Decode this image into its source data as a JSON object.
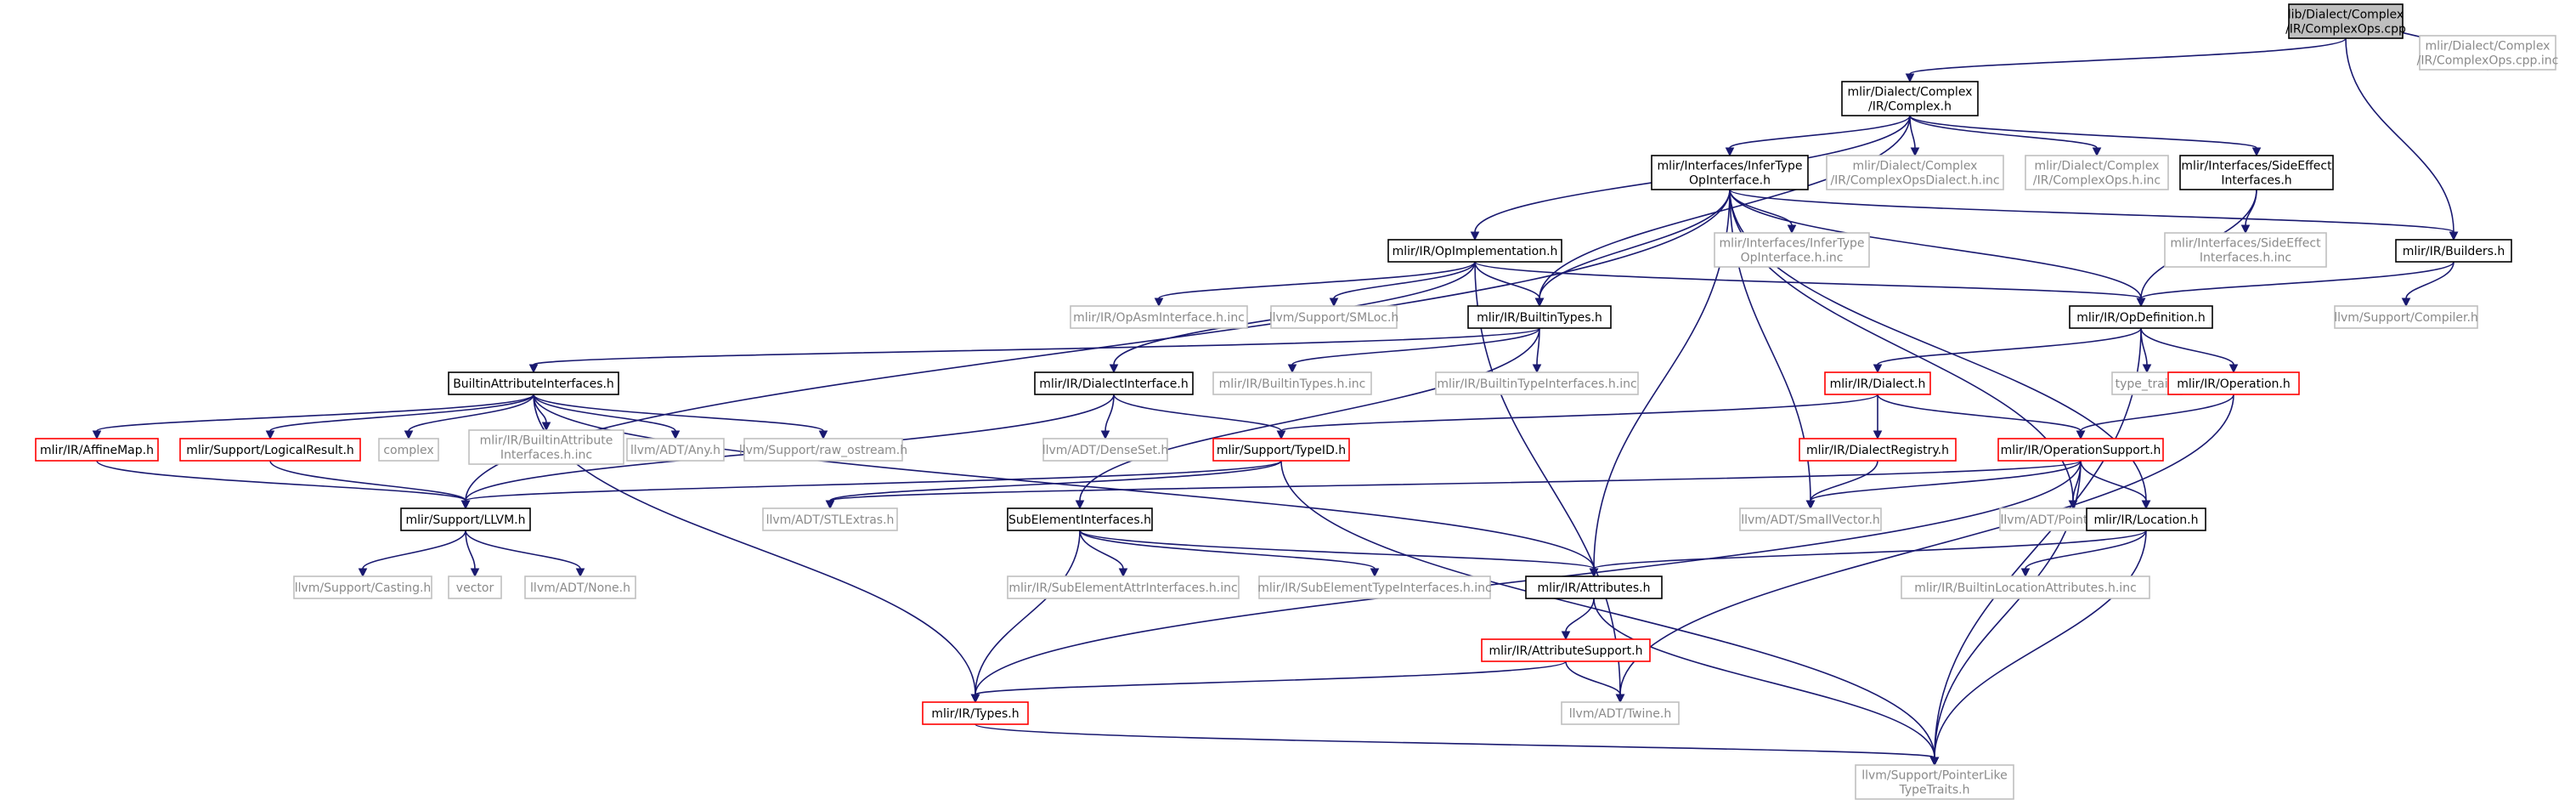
{
  "diagram": {
    "colors": {
      "edge": "#191970",
      "root_fill": "#bfbfbf",
      "black_border": "#000000",
      "red_border": "#ff0000",
      "gray_border": "#bfbfbf",
      "gray_text": "#8a8a8a"
    },
    "nodes": [
      {
        "id": "root",
        "lines": [
          "lib/Dialect/Complex",
          "/IR/ComplexOps.cpp"
        ],
        "style": "root"
      },
      {
        "id": "complexops_cpp_inc",
        "lines": [
          "mlir/Dialect/Complex",
          "/IR/ComplexOps.cpp.inc"
        ],
        "style": "gray"
      },
      {
        "id": "complex_h",
        "lines": [
          "mlir/Dialect/Complex",
          "/IR/Complex.h"
        ],
        "style": "black"
      },
      {
        "id": "infertype",
        "lines": [
          "mlir/Interfaces/InferType",
          "OpInterface.h"
        ],
        "style": "black"
      },
      {
        "id": "complexopsdialect_inc",
        "lines": [
          "mlir/Dialect/Complex",
          "/IR/ComplexOpsDialect.h.inc"
        ],
        "style": "gray"
      },
      {
        "id": "complexops_h_inc",
        "lines": [
          "mlir/Dialect/Complex",
          "/IR/ComplexOps.h.inc"
        ],
        "style": "gray"
      },
      {
        "id": "sideeffect",
        "lines": [
          "mlir/Interfaces/SideEffect",
          "Interfaces.h"
        ],
        "style": "black"
      },
      {
        "id": "infertype_inc",
        "lines": [
          "mlir/Interfaces/InferType",
          "OpInterface.h.inc"
        ],
        "style": "gray"
      },
      {
        "id": "sideeffect_inc",
        "lines": [
          "mlir/Interfaces/SideEffect",
          "Interfaces.h.inc"
        ],
        "style": "gray"
      },
      {
        "id": "builders",
        "lines": [
          "mlir/IR/Builders.h"
        ],
        "style": "black"
      },
      {
        "id": "opimpl",
        "lines": [
          "mlir/IR/OpImplementation.h"
        ],
        "style": "black"
      },
      {
        "id": "opasm_inc",
        "lines": [
          "mlir/IR/OpAsmInterface.h.inc"
        ],
        "style": "gray"
      },
      {
        "id": "smloc",
        "lines": [
          "llvm/Support/SMLoc.h"
        ],
        "style": "gray"
      },
      {
        "id": "builtintypes",
        "lines": [
          "mlir/IR/BuiltinTypes.h"
        ],
        "style": "black"
      },
      {
        "id": "opdef",
        "lines": [
          "mlir/IR/OpDefinition.h"
        ],
        "style": "black"
      },
      {
        "id": "compiler",
        "lines": [
          "llvm/Support/Compiler.h"
        ],
        "style": "gray"
      },
      {
        "id": "builtinattrif",
        "lines": [
          "BuiltinAttributeInterfaces.h"
        ],
        "style": "black"
      },
      {
        "id": "dialectif",
        "lines": [
          "mlir/IR/DialectInterface.h"
        ],
        "style": "black"
      },
      {
        "id": "builtintypes_inc",
        "lines": [
          "mlir/IR/BuiltinTypes.h.inc"
        ],
        "style": "gray"
      },
      {
        "id": "builtintypeif_inc",
        "lines": [
          "mlir/IR/BuiltinTypeInterfaces.h.inc"
        ],
        "style": "gray"
      },
      {
        "id": "dialect",
        "lines": [
          "mlir/IR/Dialect.h"
        ],
        "style": "red"
      },
      {
        "id": "type_traits",
        "lines": [
          "type_traits"
        ],
        "style": "gray"
      },
      {
        "id": "operation",
        "lines": [
          "mlir/IR/Operation.h"
        ],
        "style": "red"
      },
      {
        "id": "affinemap",
        "lines": [
          "mlir/IR/AffineMap.h"
        ],
        "style": "red"
      },
      {
        "id": "logicalresult",
        "lines": [
          "mlir/Support/LogicalResult.h"
        ],
        "style": "red"
      },
      {
        "id": "complex",
        "lines": [
          "complex"
        ],
        "style": "gray"
      },
      {
        "id": "builtinattrif_inc",
        "lines": [
          "mlir/IR/BuiltinAttribute",
          "Interfaces.h.inc"
        ],
        "style": "gray"
      },
      {
        "id": "any",
        "lines": [
          "llvm/ADT/Any.h"
        ],
        "style": "gray"
      },
      {
        "id": "raw_ostream",
        "lines": [
          "llvm/Support/raw_ostream.h"
        ],
        "style": "gray"
      },
      {
        "id": "denseset",
        "lines": [
          "llvm/ADT/DenseSet.h"
        ],
        "style": "gray"
      },
      {
        "id": "typeid",
        "lines": [
          "mlir/Support/TypeID.h"
        ],
        "style": "red"
      },
      {
        "id": "dialectregistry",
        "lines": [
          "mlir/IR/DialectRegistry.h"
        ],
        "style": "red"
      },
      {
        "id": "opsupport",
        "lines": [
          "mlir/IR/OperationSupport.h"
        ],
        "style": "red"
      },
      {
        "id": "llvm_h",
        "lines": [
          "mlir/Support/LLVM.h"
        ],
        "style": "black"
      },
      {
        "id": "stlextras",
        "lines": [
          "llvm/ADT/STLExtras.h"
        ],
        "style": "gray"
      },
      {
        "id": "subelemif",
        "lines": [
          "SubElementInterfaces.h"
        ],
        "style": "black"
      },
      {
        "id": "smallvector",
        "lines": [
          "llvm/ADT/SmallVector.h"
        ],
        "style": "gray"
      },
      {
        "id": "pointerunion",
        "lines": [
          "llvm/ADT/PointerUnion.h"
        ],
        "style": "gray"
      },
      {
        "id": "location",
        "lines": [
          "mlir/IR/Location.h"
        ],
        "style": "black"
      },
      {
        "id": "casting",
        "lines": [
          "llvm/Support/Casting.h"
        ],
        "style": "gray"
      },
      {
        "id": "vector",
        "lines": [
          "vector"
        ],
        "style": "gray"
      },
      {
        "id": "none",
        "lines": [
          "llvm/ADT/None.h"
        ],
        "style": "gray"
      },
      {
        "id": "subelemattr_inc",
        "lines": [
          "mlir/IR/SubElementAttrInterfaces.h.inc"
        ],
        "style": "gray"
      },
      {
        "id": "subelemtype_inc",
        "lines": [
          "mlir/IR/SubElementTypeInterfaces.h.inc"
        ],
        "style": "gray"
      },
      {
        "id": "attributes",
        "lines": [
          "mlir/IR/Attributes.h"
        ],
        "style": "black"
      },
      {
        "id": "builtinloc_inc",
        "lines": [
          "mlir/IR/BuiltinLocationAttributes.h.inc"
        ],
        "style": "gray"
      },
      {
        "id": "attrsupport",
        "lines": [
          "mlir/IR/AttributeSupport.h"
        ],
        "style": "red"
      },
      {
        "id": "types",
        "lines": [
          "mlir/IR/Types.h"
        ],
        "style": "red"
      },
      {
        "id": "twine",
        "lines": [
          "llvm/ADT/Twine.h"
        ],
        "style": "gray"
      },
      {
        "id": "pointerlike",
        "lines": [
          "llvm/Support/PointerLike",
          "TypeTraits.h"
        ],
        "style": "gray"
      }
    ],
    "edges": [
      [
        "root",
        "complex_h"
      ],
      [
        "root",
        "complexops_cpp_inc"
      ],
      [
        "root",
        "builders"
      ],
      [
        "complex_h",
        "opimpl"
      ],
      [
        "complex_h",
        "builtintypes"
      ],
      [
        "complex_h",
        "infertype"
      ],
      [
        "complex_h",
        "complexopsdialect_inc"
      ],
      [
        "complex_h",
        "complexops_h_inc"
      ],
      [
        "complex_h",
        "sideeffect"
      ],
      [
        "infertype",
        "llvm_h"
      ],
      [
        "infertype",
        "builtintypes"
      ],
      [
        "infertype",
        "attributes"
      ],
      [
        "infertype",
        "infertype_inc"
      ],
      [
        "infertype",
        "smallvector"
      ],
      [
        "infertype",
        "pointerunion"
      ],
      [
        "infertype",
        "location"
      ],
      [
        "infertype",
        "opdef"
      ],
      [
        "infertype",
        "builders"
      ],
      [
        "sideeffect",
        "sideeffect_inc"
      ],
      [
        "sideeffect",
        "opdef"
      ],
      [
        "builders",
        "opdef"
      ],
      [
        "builders",
        "compiler"
      ],
      [
        "opimpl",
        "opasm_inc"
      ],
      [
        "opimpl",
        "smloc"
      ],
      [
        "opimpl",
        "builtintypes"
      ],
      [
        "opimpl",
        "dialectif"
      ],
      [
        "opimpl",
        "opdef"
      ],
      [
        "opimpl",
        "twine"
      ],
      [
        "builtintypes",
        "builtinattrif"
      ],
      [
        "builtintypes",
        "builtintypes_inc"
      ],
      [
        "builtintypes",
        "builtintypeif_inc"
      ],
      [
        "builtintypes",
        "subelemif"
      ],
      [
        "opdef",
        "dialect"
      ],
      [
        "opdef",
        "type_traits"
      ],
      [
        "opdef",
        "operation"
      ],
      [
        "opdef",
        "pointerlike"
      ],
      [
        "builtinattrif",
        "affinemap"
      ],
      [
        "builtinattrif",
        "logicalresult"
      ],
      [
        "builtinattrif",
        "complex"
      ],
      [
        "builtinattrif",
        "builtinattrif_inc"
      ],
      [
        "builtinattrif",
        "any"
      ],
      [
        "builtinattrif",
        "raw_ostream"
      ],
      [
        "builtinattrif",
        "attributes"
      ],
      [
        "builtinattrif",
        "types"
      ],
      [
        "dialectif",
        "denseset"
      ],
      [
        "dialectif",
        "typeid"
      ],
      [
        "dialectif",
        "llvm_h"
      ],
      [
        "dialect",
        "typeid"
      ],
      [
        "dialect",
        "dialectregistry"
      ],
      [
        "dialect",
        "opsupport"
      ],
      [
        "operation",
        "opsupport"
      ],
      [
        "operation",
        "twine"
      ],
      [
        "affinemap",
        "llvm_h"
      ],
      [
        "logicalresult",
        "llvm_h"
      ],
      [
        "typeid",
        "llvm_h"
      ],
      [
        "typeid",
        "stlextras"
      ],
      [
        "typeid",
        "pointerlike"
      ],
      [
        "dialectregistry",
        "smallvector"
      ],
      [
        "opsupport",
        "stlextras"
      ],
      [
        "opsupport",
        "smallvector"
      ],
      [
        "opsupport",
        "pointerunion"
      ],
      [
        "opsupport",
        "location"
      ],
      [
        "opsupport",
        "types"
      ],
      [
        "opsupport",
        "pointerlike"
      ],
      [
        "llvm_h",
        "casting"
      ],
      [
        "llvm_h",
        "vector"
      ],
      [
        "llvm_h",
        "none"
      ],
      [
        "subelemif",
        "subelemattr_inc"
      ],
      [
        "subelemif",
        "subelemtype_inc"
      ],
      [
        "subelemif",
        "attributes"
      ],
      [
        "subelemif",
        "types"
      ],
      [
        "location",
        "attributes"
      ],
      [
        "location",
        "builtinloc_inc"
      ],
      [
        "location",
        "pointerlike"
      ],
      [
        "attributes",
        "attrsupport"
      ],
      [
        "attributes",
        "pointerlike"
      ],
      [
        "attrsupport",
        "types"
      ],
      [
        "attrsupport",
        "twine"
      ],
      [
        "types",
        "pointerlike"
      ]
    ]
  }
}
